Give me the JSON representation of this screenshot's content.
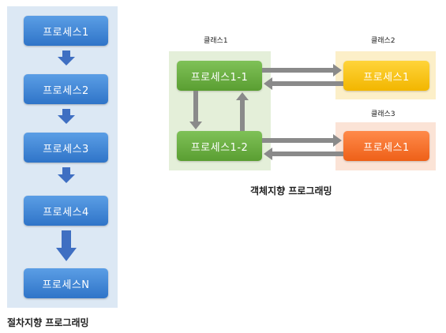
{
  "procedural": {
    "boxes": [
      "프로세스1",
      "프로세스2",
      "프로세스3",
      "프로세스4",
      "프로세스N"
    ],
    "caption": "절차지향 프로그래밍"
  },
  "object_oriented": {
    "class1_label": "클래스1",
    "class2_label": "클래스2",
    "class3_label": "클래스3",
    "class1_process_a": "프로세스1-1",
    "class1_process_b": "프로세스1-2",
    "class2_process": "프로세스1",
    "class3_process": "프로세스1",
    "caption": "객체지향 프로그래밍"
  },
  "colors": {
    "blue_box": "#3d82d4",
    "blue_arrow": "#3f6fc2",
    "green_box": "#6aae40",
    "yellow_box": "#f7c400",
    "orange_box": "#f26f2a",
    "gray_arrow": "#8a8a8a"
  }
}
